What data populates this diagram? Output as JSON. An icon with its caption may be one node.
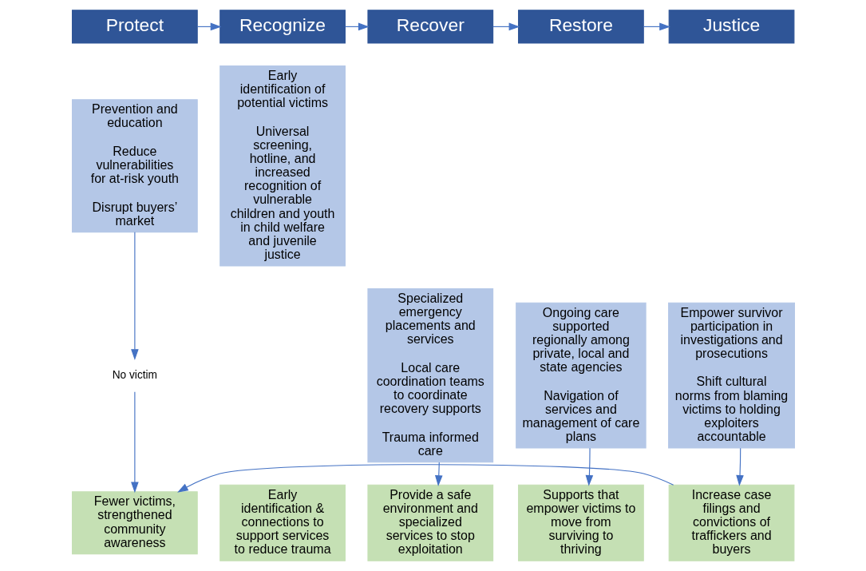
{
  "diagram": {
    "nodes": [
      {
        "text": [
          "Protect"
        ]
      },
      {
        "text": [
          "Recognize"
        ]
      },
      {
        "text": [
          "Recover"
        ]
      },
      {
        "text": [
          "Restore"
        ]
      },
      {
        "text": [
          "Justice"
        ]
      },
      {
        "text": [
          "Prevention and education",
          "Reduce vulnerabilities for at-risk youth",
          "Disrupt buyers’ market"
        ]
      },
      {
        "text": [
          "Early identification of potential victims",
          "Universal screening, hotline, and increased recognition of vulnerable children and youth in child welfare and juvenile justice"
        ]
      },
      {
        "text": [
          "Specialized emergency placements and services",
          "Local care coordination teams to coordinate recovery supports",
          "Trauma informed care"
        ]
      },
      {
        "text": [
          "Ongoing care supported regionally among private, local and state agencies",
          "Navigation of services and management of care plans"
        ]
      },
      {
        "text": [
          "Empower survivor participation in investigations and prosecutions",
          "Shift cultural norms from blaming victims to holding exploiters accountable"
        ]
      },
      {
        "text": [
          "No victim"
        ]
      },
      {
        "text": [
          "Fewer victims, strengthened community awareness"
        ]
      },
      {
        "text": [
          "Early identification & connections to support services to reduce trauma"
        ]
      },
      {
        "text": [
          "Provide a safe environment and specialized services to stop exploitation"
        ]
      },
      {
        "text": [
          "Supports that empower victims to move from surviving to thriving"
        ]
      },
      {
        "text": [
          "Increase case filings and convictions of traffickers and buyers"
        ]
      }
    ],
    "edges": [
      {
        "from": 0,
        "to": 1,
        "arrow": "to"
      },
      {
        "from": 1,
        "to": 2,
        "arrow": "to"
      },
      {
        "from": 2,
        "to": 3,
        "arrow": "to"
      },
      {
        "from": 3,
        "to": 4,
        "arrow": "to"
      },
      {
        "from": 5,
        "to": 10,
        "arrow": "to"
      },
      {
        "from": 10,
        "to": 11,
        "arrow": "to"
      },
      {
        "from": 7,
        "to": 13,
        "arrow": "to"
      },
      {
        "from": 8,
        "to": 14,
        "arrow": "to"
      },
      {
        "from": 9,
        "to": 15,
        "arrow": "to"
      },
      {
        "from": 15,
        "to": 11,
        "arrow": "to"
      }
    ]
  }
}
